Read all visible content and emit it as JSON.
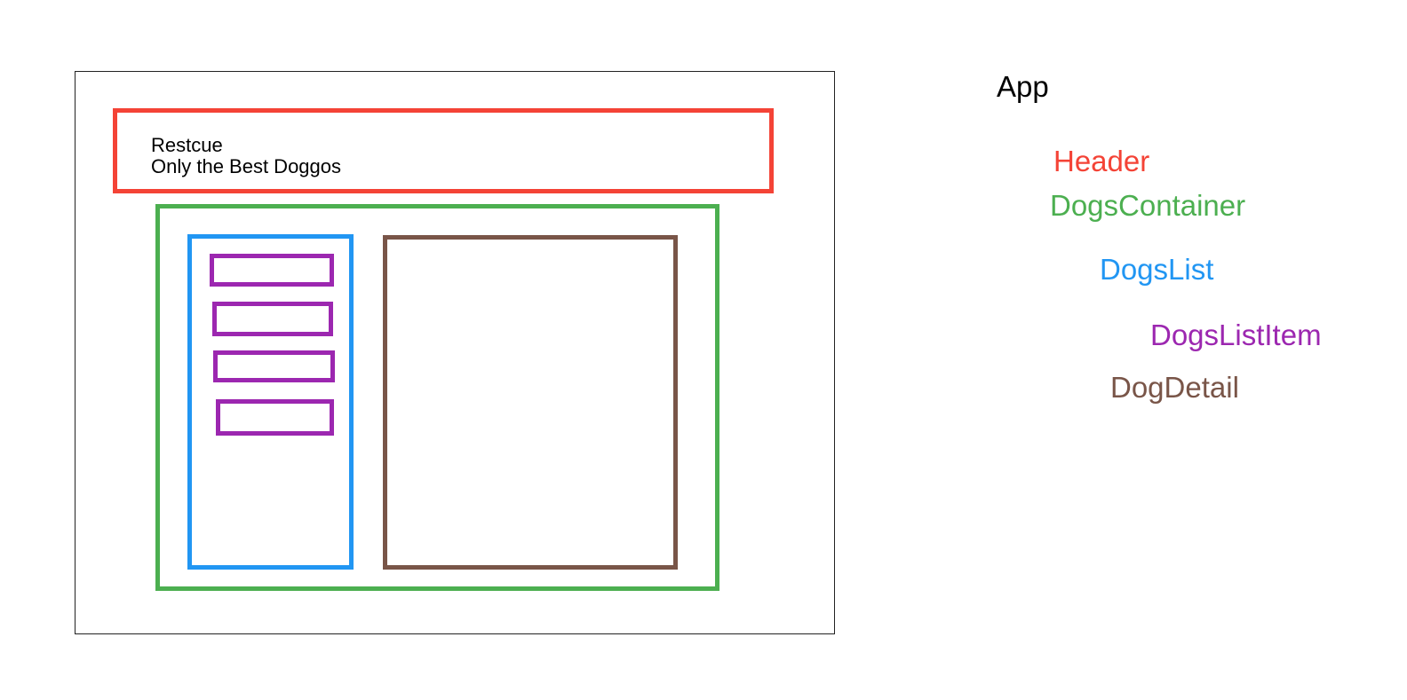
{
  "header": {
    "title": "Restcue",
    "subtitle": "Only the Best Doggos"
  },
  "dogs_list": {
    "item_count": 4
  },
  "legend": {
    "app": {
      "label": "App",
      "color": "#000000"
    },
    "header": {
      "label": "Header",
      "color": "#f44336"
    },
    "dogs_container": {
      "label": "DogsContainer",
      "color": "#4caf50"
    },
    "dogs_list": {
      "label": "DogsList",
      "color": "#2196f3"
    },
    "dogs_list_item": {
      "label": "DogsListItem",
      "color": "#9c27b0"
    },
    "dog_detail": {
      "label": "DogDetail",
      "color": "#795548"
    }
  }
}
